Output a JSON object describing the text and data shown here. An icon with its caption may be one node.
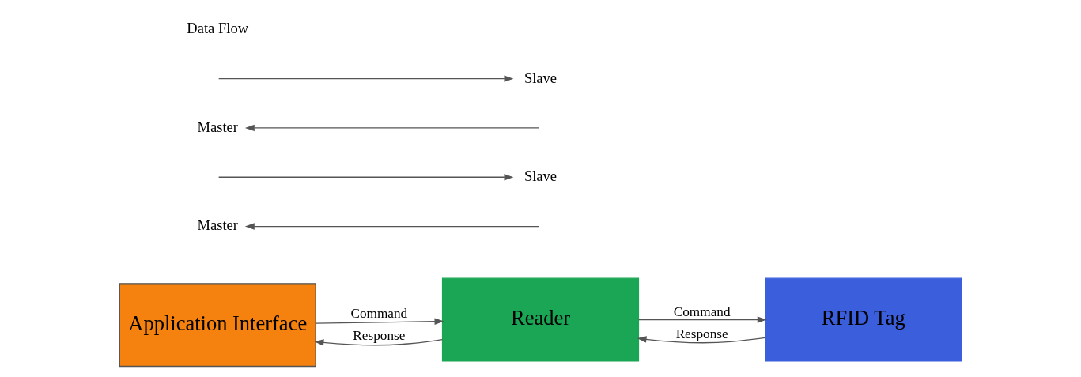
{
  "diagram": {
    "nodes": [
      {
        "text": [
          "Application Interface"
        ]
      },
      {
        "text": [
          "Reader"
        ]
      },
      {
        "text": [
          "RFID Tag"
        ]
      },
      {
        "text": [
          "Master"
        ]
      },
      {
        "text": [
          "Slave"
        ]
      },
      {
        "text": [
          "Master"
        ]
      },
      {
        "text": [
          "Slave"
        ]
      }
    ],
    "edges": [
      {
        "from": null,
        "to": 3,
        "arrow": "to"
      },
      {
        "from": null,
        "to": 4,
        "arrow": "to"
      },
      {
        "from": 0,
        "to": 1,
        "arrow": "to",
        "label": "Command"
      },
      {
        "from": 1,
        "to": 0,
        "arrow": "to",
        "label": "Response"
      },
      {
        "from": 1,
        "to": 2,
        "arrow": "to",
        "label": "Command"
      },
      {
        "from": 2,
        "to": 1,
        "arrow": "to",
        "label": "Response"
      },
      {
        "from": null,
        "to": 5,
        "arrow": "to"
      },
      {
        "from": null,
        "to": 6,
        "arrow": "to"
      }
    ],
    "labels": [
      "Data Flow"
    ]
  }
}
